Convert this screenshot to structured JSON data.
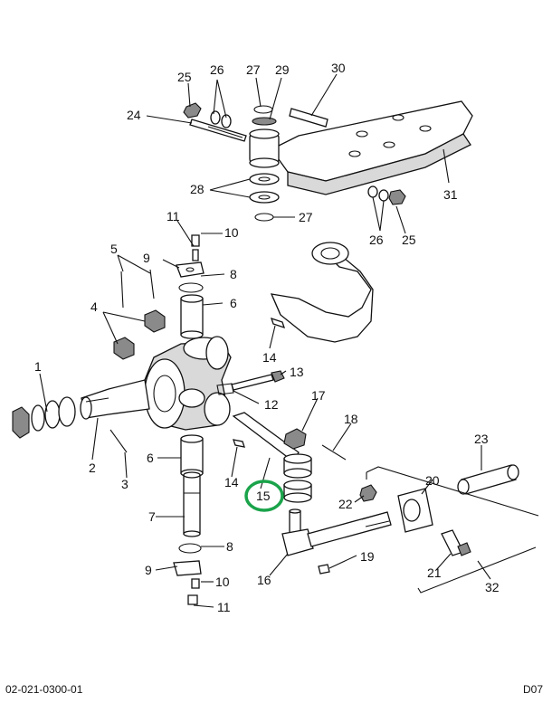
{
  "callouts": {
    "c1": "1",
    "c2": "2",
    "c3": "3",
    "c4": "4",
    "c5": "5",
    "c6a": "6",
    "c6b": "6",
    "c7": "7",
    "c8a": "8",
    "c8b": "8",
    "c9a": "9",
    "c9b": "9",
    "c10a": "10",
    "c10b": "10",
    "c11a": "11",
    "c11b": "11",
    "c12": "12",
    "c13": "13",
    "c14a": "14",
    "c14b": "14",
    "c15": "15",
    "c16": "16",
    "c17": "17",
    "c18": "18",
    "c19": "19",
    "c20": "20",
    "c21": "21",
    "c22": "22",
    "c23": "23",
    "c24": "24",
    "c25a": "25",
    "c25b": "25",
    "c26a": "26",
    "c26b": "26",
    "c27a": "27",
    "c27b": "27",
    "c28": "28",
    "c29": "29",
    "c30": "30",
    "c31": "31",
    "c32": "32"
  },
  "highlighted_callout": "15",
  "highlight_color": "#1aa34a",
  "footer": {
    "left": "02-021-0300-01",
    "right": "D07"
  }
}
